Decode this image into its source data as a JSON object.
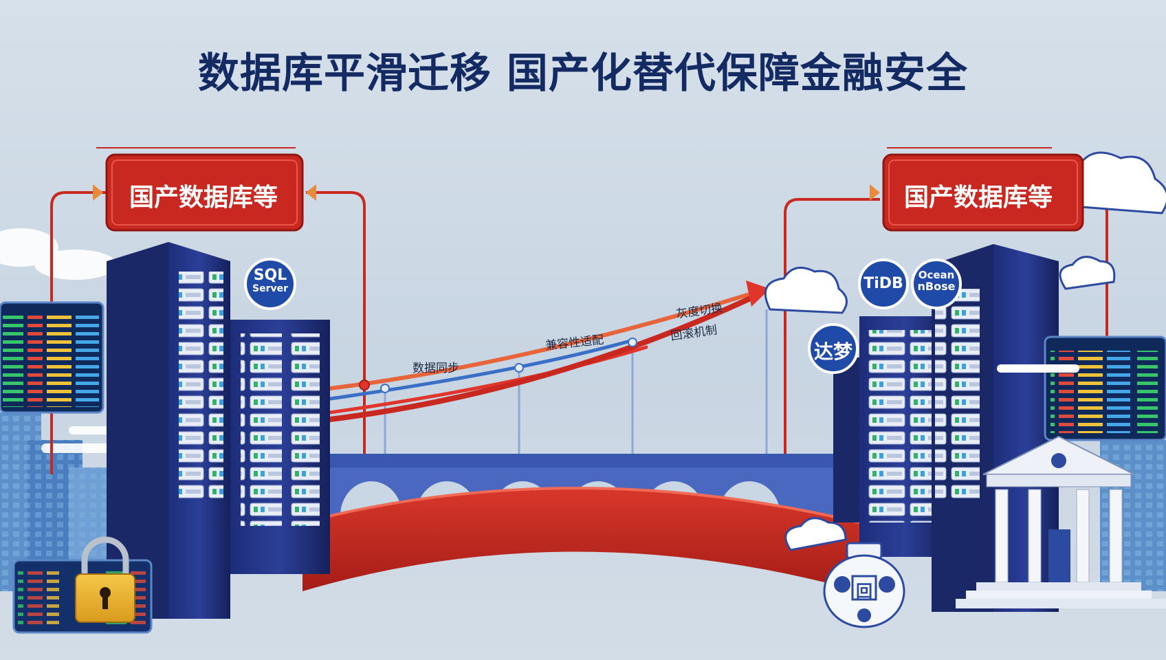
{
  "title": "数据库平滑迁移 国产化替代保障金融安全",
  "banners": {
    "left": "国产数据库等",
    "right": "国产数据库等"
  },
  "logos": {
    "sql_server_line1": "SQL",
    "sql_server_line2": "Server",
    "tidb": "TiDB",
    "oceanbase_line1": "Ocean",
    "oceanbase_line2": "nBose",
    "dameng": "达梦"
  },
  "steps": {
    "sync": "数据同步",
    "compat": "兼容性适配",
    "gray": "灰度切换",
    "rollback": "回滚机制"
  },
  "vase_glyph": "回",
  "colors": {
    "navy": "#142a63",
    "red": "#c8281f",
    "blue": "#2c4aa0",
    "sky": "#c9d6e3"
  }
}
